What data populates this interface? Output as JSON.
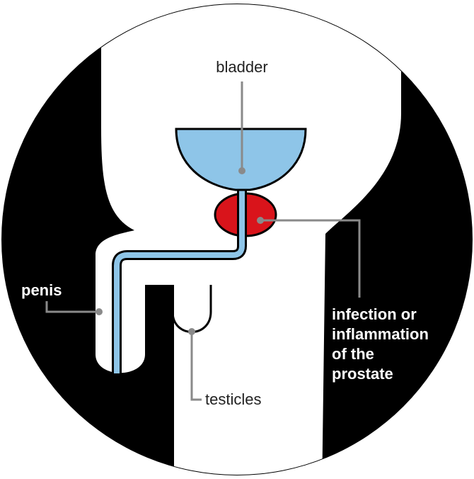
{
  "labels": {
    "bladder": "bladder",
    "penis": "penis",
    "testicles": "testicles",
    "prostate_line1": "infection or",
    "prostate_line2": "inflammation",
    "prostate_line3": "of the",
    "prostate_line4": "prostate"
  },
  "colors": {
    "background": "#000000",
    "body": "#ffffff",
    "bladder": "#8ec5e8",
    "urethra": "#8ec5e8",
    "prostate": "#d9141b",
    "outline": "#000000",
    "leader_line": "#8a8a8a"
  }
}
